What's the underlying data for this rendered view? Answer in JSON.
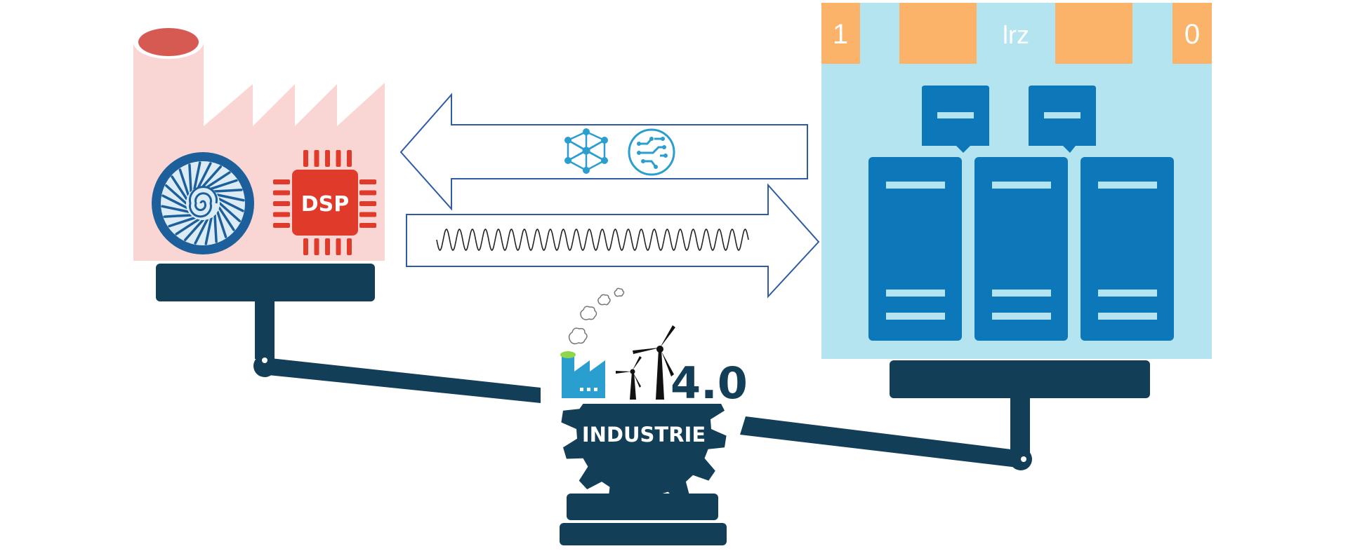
{
  "labels": {
    "dsp": "DSP",
    "corner_left": "1",
    "datacenter": "lrz",
    "corner_right": "0",
    "version": "4.0",
    "industry": "INDUSTRIE"
  },
  "colors": {
    "factory": "#f9d6d3",
    "factory_chimney_top": "#d75a52",
    "turbine": "#1c5f9b",
    "chip": "#e03a2a",
    "datacenter_bg": "#b3e4f0",
    "datacenter_tabs": "#fbb269",
    "servers": "#0d78b9",
    "scale": "#123e58",
    "arrow_outline": "#2e5aa6"
  },
  "icons": [
    "factory-icon",
    "turbine-icon",
    "dsp-chip-icon",
    "neural-network-icon",
    "ai-brain-circuit-icon",
    "signal-wave-icon",
    "server-rack-icon",
    "wind-turbine-icon",
    "gear-icon"
  ]
}
